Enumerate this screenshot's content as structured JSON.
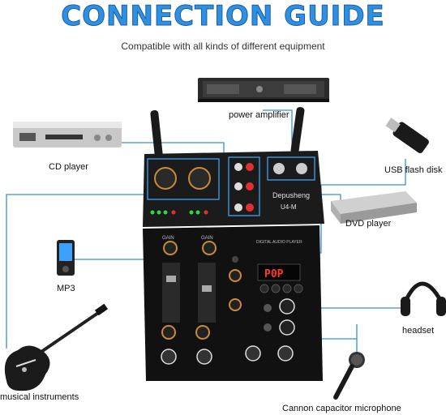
{
  "header": {
    "title": "CONNECTION GUIDE",
    "subtitle": "Compatible with all kinds of different equipment"
  },
  "devices": {
    "power_amplifier": "power amplifier",
    "cd_player": "CD player",
    "usb_flash_disk": "USB flash disk",
    "dvd_player": "DVD player",
    "mp3": "MP3",
    "headset": "headset",
    "musical_instruments": "musical instruments",
    "microphone": "Cannon capacitor microphone"
  },
  "mixer": {
    "brand": "Depusheng",
    "model": "U4-M",
    "display_readout": "P0P",
    "panel_labels": {
      "gain": "GAIN",
      "digital": "DIGITAL AUDIO PLAYER"
    }
  },
  "colors": {
    "title": "#2f8fe0",
    "connector_line": "#3a8fd6",
    "mixer_body": "#1b1b1b",
    "knob_ring": "#c98a3a",
    "led_green": "#37d44a",
    "led_red": "#e03030",
    "display": "#ff3a2a"
  }
}
